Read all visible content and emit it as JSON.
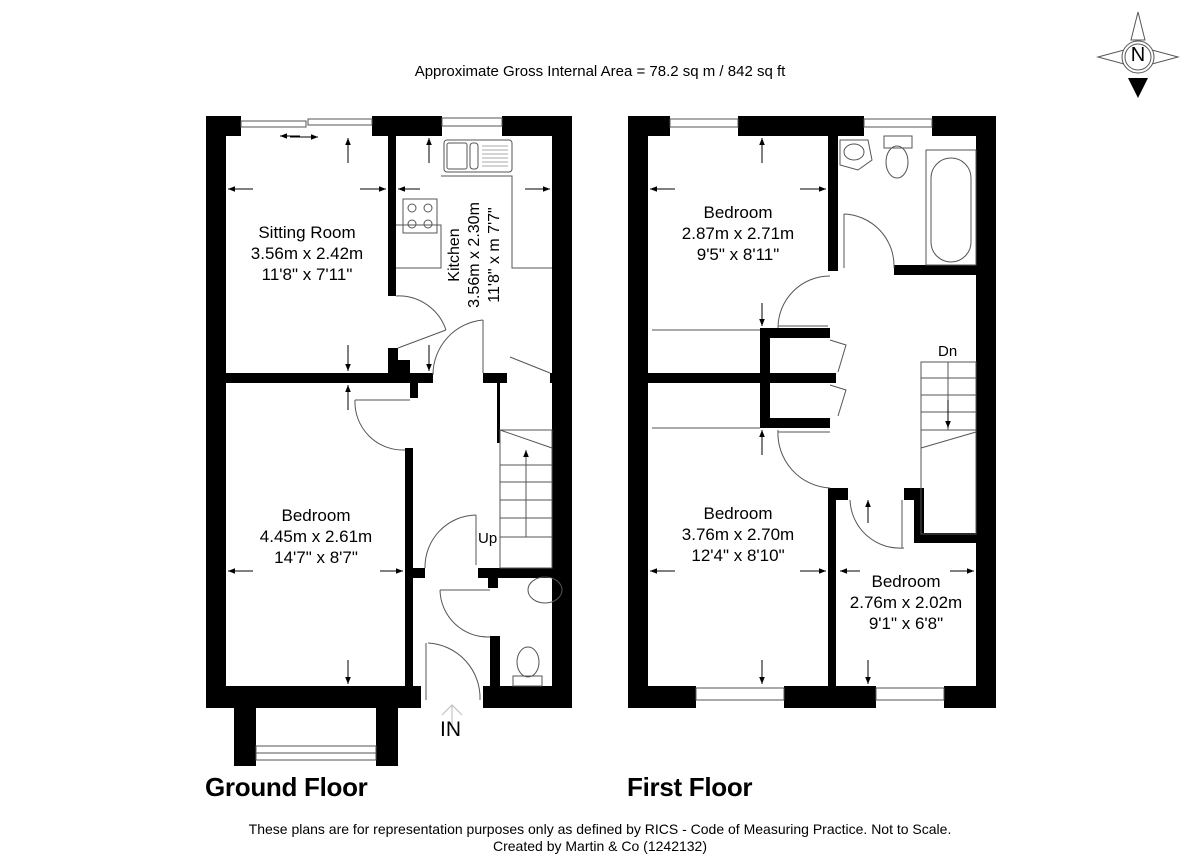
{
  "header": {
    "area_text": "Approximate Gross Internal Area = 78.2 sq m / 842 sq ft",
    "compass_label": "N"
  },
  "ground_floor": {
    "title": "Ground Floor",
    "rooms": [
      {
        "name": "Sitting Room",
        "metric": "3.56m x 2.42m",
        "imperial": "11'8\" x 7'11\""
      },
      {
        "name": "Kitchen",
        "metric": "3.56m x 2.30m",
        "imperial": "11'8\" x m 7'7\""
      },
      {
        "name": "Bedroom",
        "metric": "4.45m x 2.61m",
        "imperial": "14'7\" x 8'7\""
      }
    ],
    "stairs_label": "Up",
    "entrance_label": "IN"
  },
  "first_floor": {
    "title": "First Floor",
    "rooms": [
      {
        "name": "Bedroom",
        "metric": "2.87m x 2.71m",
        "imperial": "9'5\" x 8'11\""
      },
      {
        "name": "Bedroom",
        "metric": "3.76m x 2.70m",
        "imperial": "12'4\" x 8'10\""
      },
      {
        "name": "Bedroom",
        "metric": "2.76m x 2.02m",
        "imperial": "9'1\" x 6'8\""
      }
    ],
    "stairs_label": "Dn"
  },
  "footer": {
    "disclaimer": "These plans are for representation purposes only as defined by RICS - Code of Measuring Practice. Not to Scale.",
    "credit": "Created by Martin & Co (1242132)"
  },
  "colors": {
    "wall": "#000000",
    "line": "#555555",
    "background": "#ffffff"
  }
}
